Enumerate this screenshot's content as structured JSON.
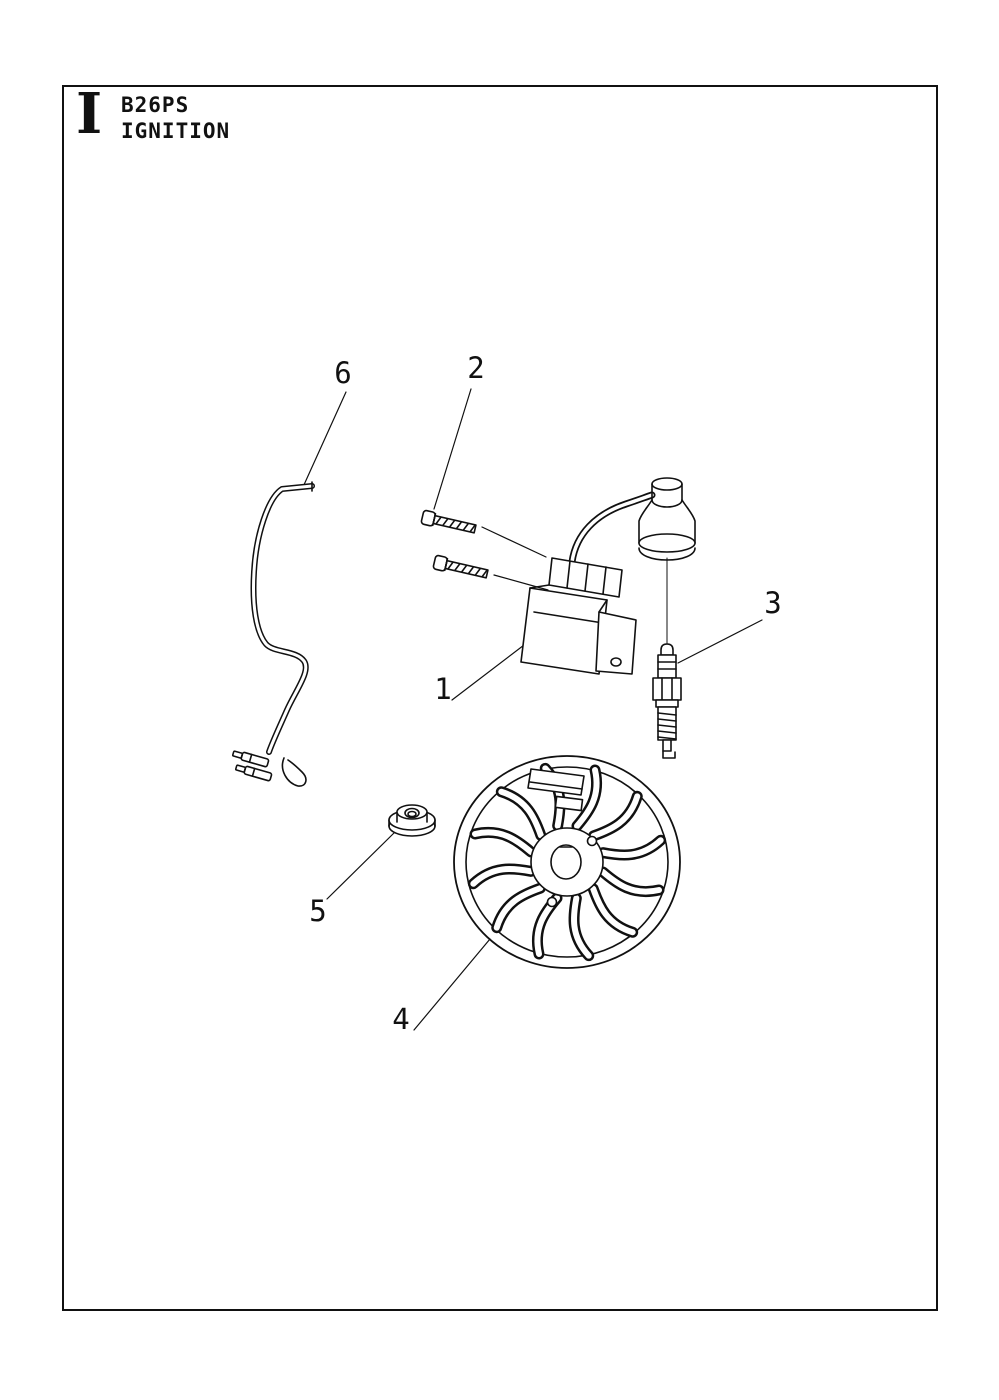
{
  "header": {
    "section_letter": "I",
    "model": "B26PS",
    "title": "IGNITION"
  },
  "callouts": [
    {
      "number": "1"
    },
    {
      "number": "2"
    },
    {
      "number": "3"
    },
    {
      "number": "4"
    },
    {
      "number": "5"
    },
    {
      "number": "6"
    }
  ],
  "colors": {
    "ink": "#111111",
    "background": "#ffffff"
  }
}
